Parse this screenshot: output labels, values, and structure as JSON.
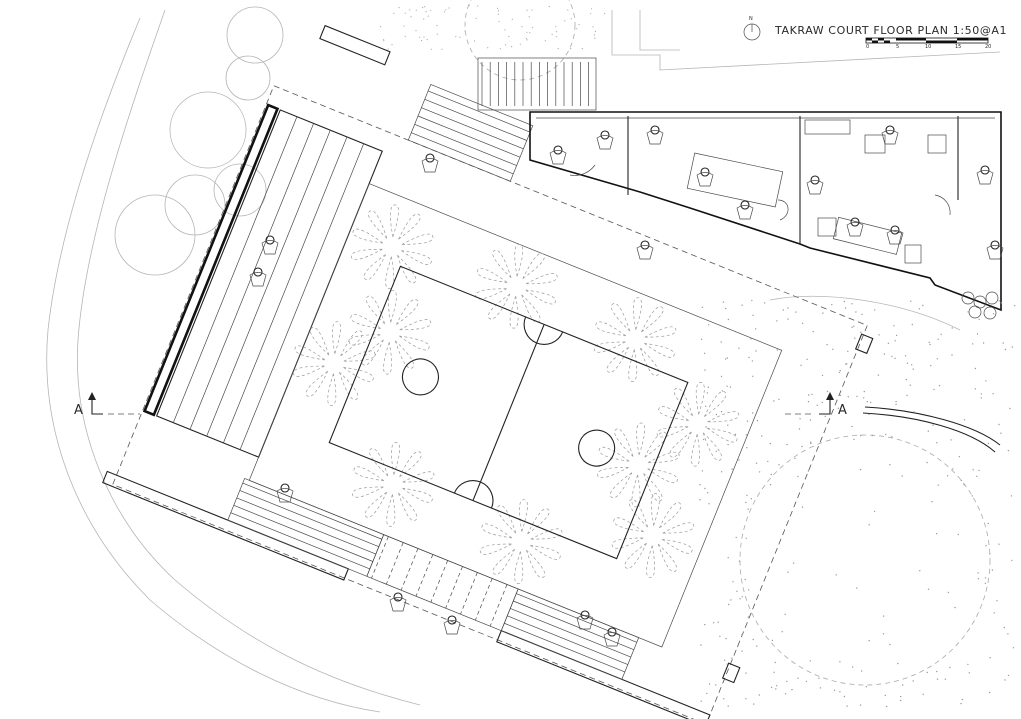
{
  "drawing": {
    "title": "TAKRAW COURT FLOOR PLAN 1:50@A1",
    "north_label": "N",
    "scale_bar_ticks": [
      "0",
      "5",
      "10",
      "15",
      "20"
    ],
    "section_marker_left": "A",
    "section_marker_right": "A"
  }
}
